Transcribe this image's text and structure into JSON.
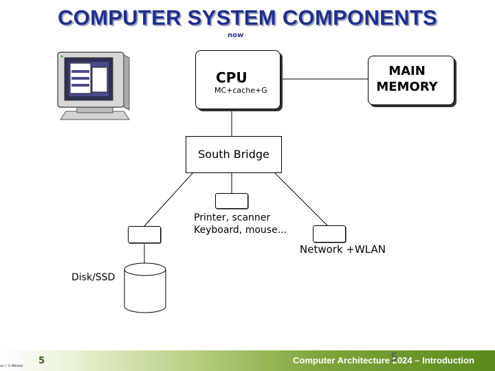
{
  "title": "COMPUTER SYSTEM COMPONENTS",
  "subtitle": "now",
  "cpu": {
    "label": "CPU",
    "sublabel": "MC+cache+G"
  },
  "memory": {
    "line1": "MAIN",
    "line2": "MEMORY"
  },
  "south_bridge": {
    "label": "South Bridge"
  },
  "printer": {
    "line1": "Printer, scanner",
    "line2": "Keyboard, mouse..."
  },
  "network": {
    "label": "Network +WLAN"
  },
  "disk": {
    "label": "Disk/SSD"
  },
  "footer": {
    "slide_number": "5",
    "text": "Computer Architecture 2024 – Introduction",
    "big_number": "5",
    "tiny": "uri / U.Weiser"
  },
  "icons": {
    "monitor": "computer-monitor-icon",
    "disk": "disk-cylinder-icon"
  },
  "colors": {
    "title": "#1e2f8c",
    "footer_green": "#5a8a1c"
  }
}
